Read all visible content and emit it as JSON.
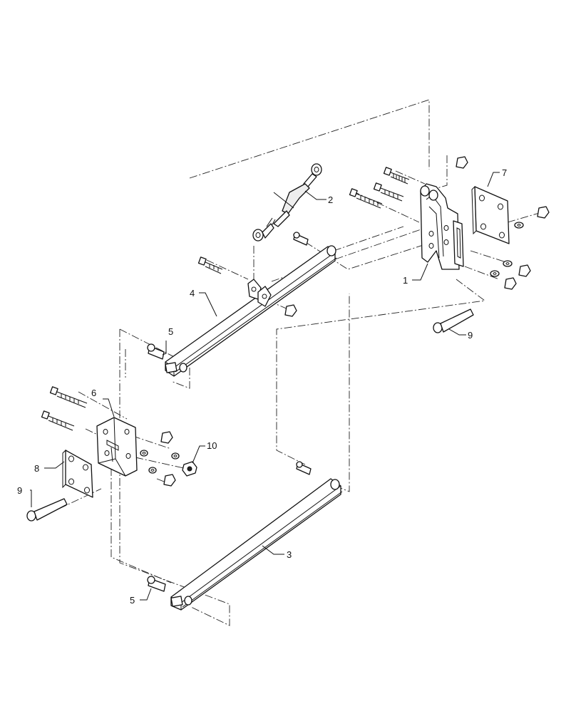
{
  "callouts": {
    "c1": "1",
    "c2": "2",
    "c3": "3",
    "c4": "4",
    "c5a": "5",
    "c5b": "5",
    "c6": "6",
    "c7": "7",
    "c8": "8",
    "c9a": "9",
    "c9b": "9",
    "c10": "10"
  }
}
